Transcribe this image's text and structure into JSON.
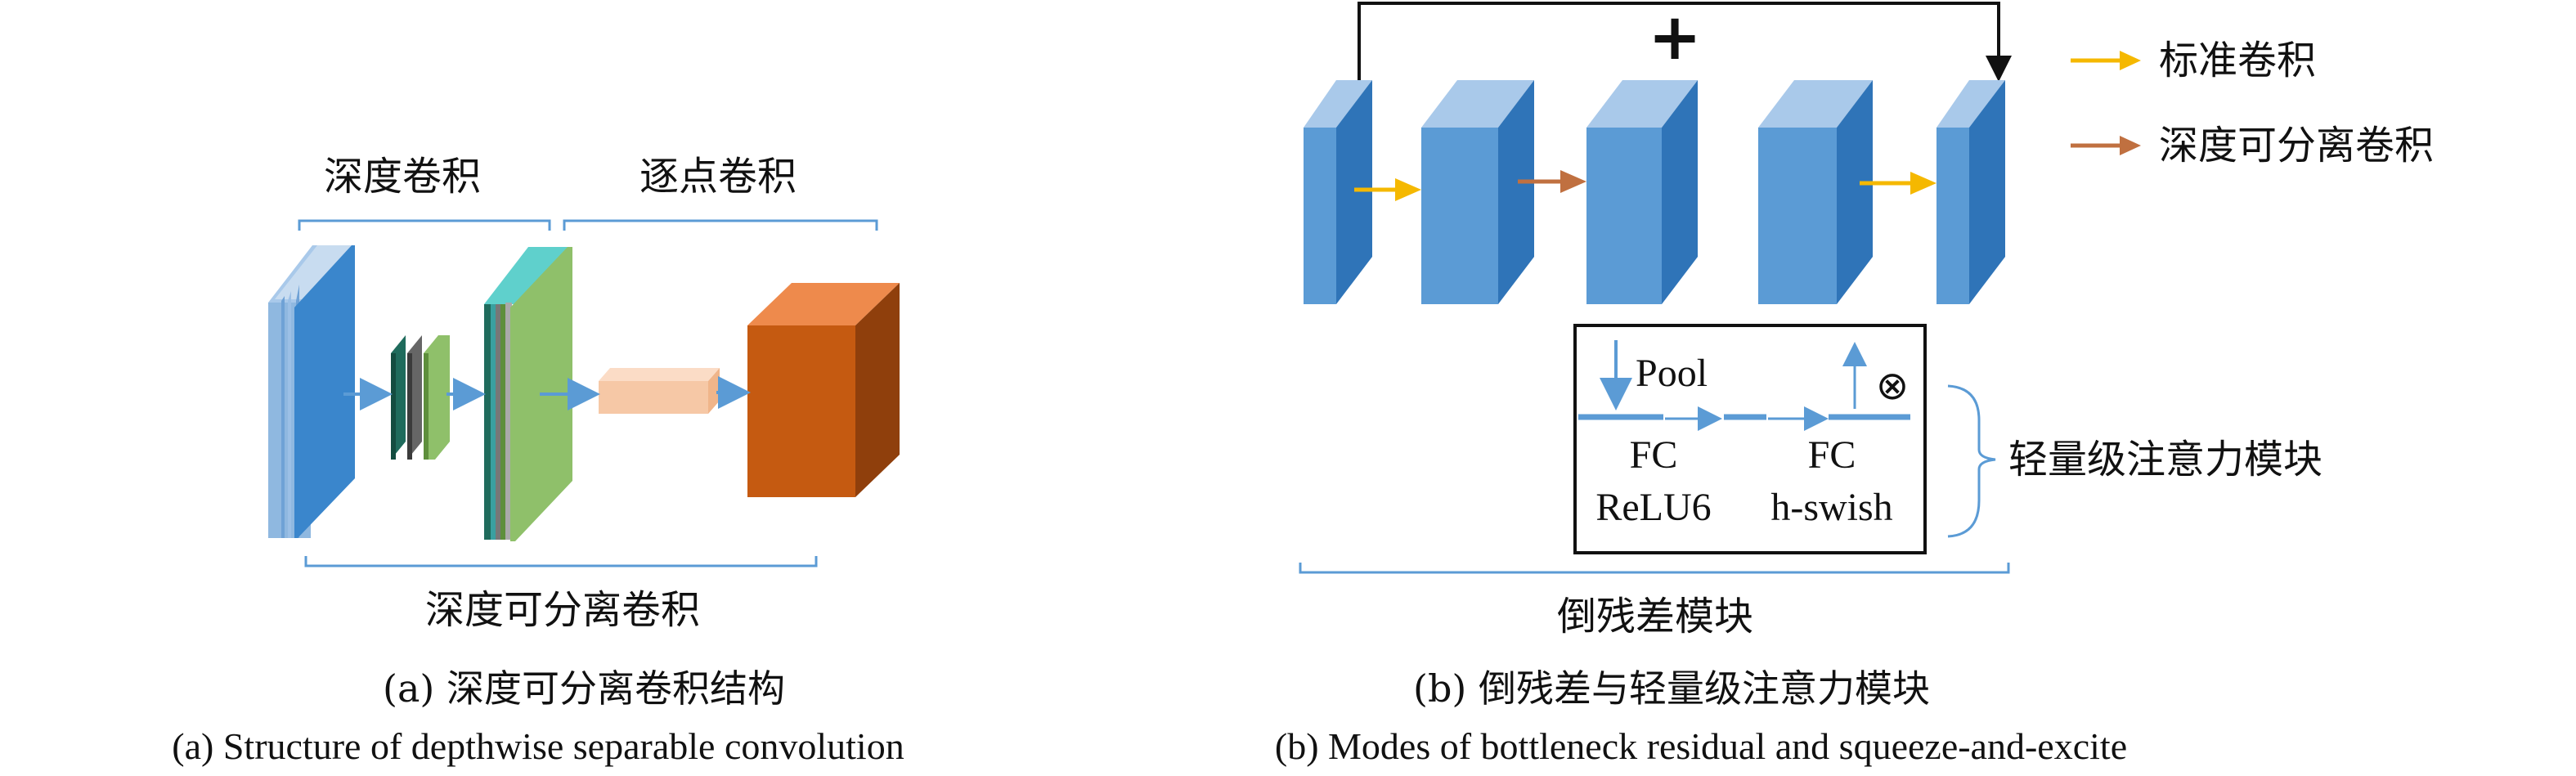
{
  "panel_a": {
    "depthwise_label": "深度卷积",
    "pointwise_label": "逐点卷积",
    "separable_label": "深度可分离卷积",
    "caption_cn": "(a) 深度可分离卷积结构",
    "caption_en": "(a) Structure of depthwise separable convolution"
  },
  "panel_b": {
    "plus_symbol": "+",
    "legend": [
      {
        "label": "标准卷积",
        "color": "#f5b800"
      },
      {
        "label": "深度可分离卷积",
        "color": "#c07040"
      }
    ],
    "se_block": {
      "pool": "Pool",
      "fc1": "FC",
      "act1": "ReLU6",
      "fc2": "FC",
      "act2": "h-swish",
      "multiply_symbol": "⊗"
    },
    "se_label": "轻量级注意力模块",
    "bottleneck_label": "倒残差模块",
    "caption_cn": "(b) 倒残差与轻量级注意力模块",
    "caption_en": "(b) Modes of bottleneck residual and squeeze-and-excite"
  },
  "colors": {
    "blue_front": "#3a86cc",
    "blue_side": "#2f74b8",
    "blue_top": "#a9c9ea",
    "green": "#8fc06a",
    "orange_front": "#c55a11",
    "orange_side": "#8f3f0c",
    "orange_top": "#ee8a4c",
    "peach": "#f6c8a6",
    "bracket": "#5b9bd5",
    "arrow_blue": "#5b9bd5",
    "arrow_yellow": "#f5b800",
    "arrow_brown": "#c07040"
  }
}
